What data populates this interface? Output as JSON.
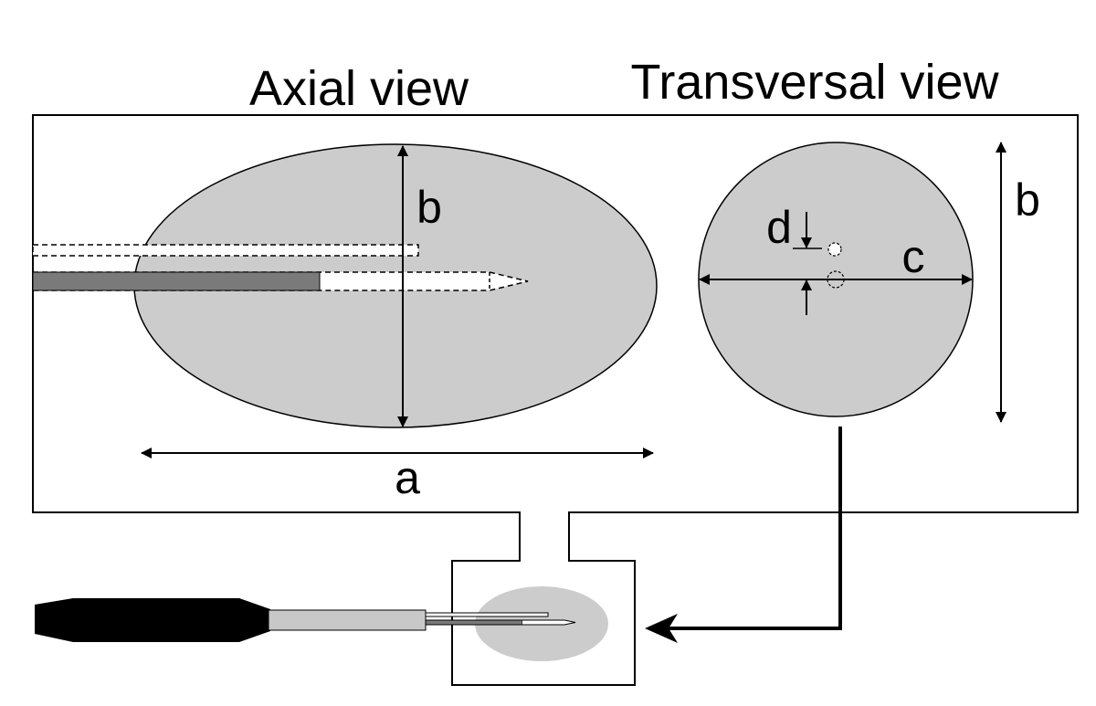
{
  "headings": {
    "axial_view": "Axial view",
    "transversal_view": "Transversal view"
  },
  "labels": {
    "a": "a",
    "b_axial": "b",
    "b_transversal": "b",
    "c": "c",
    "d": "d"
  },
  "colors": {
    "tissue_fill": "#cccccc",
    "electrode_active": "#7a7a7a",
    "handle": "#000000",
    "shaft": "#c8c8c8",
    "outline": "#000000",
    "background": "#ffffff"
  }
}
